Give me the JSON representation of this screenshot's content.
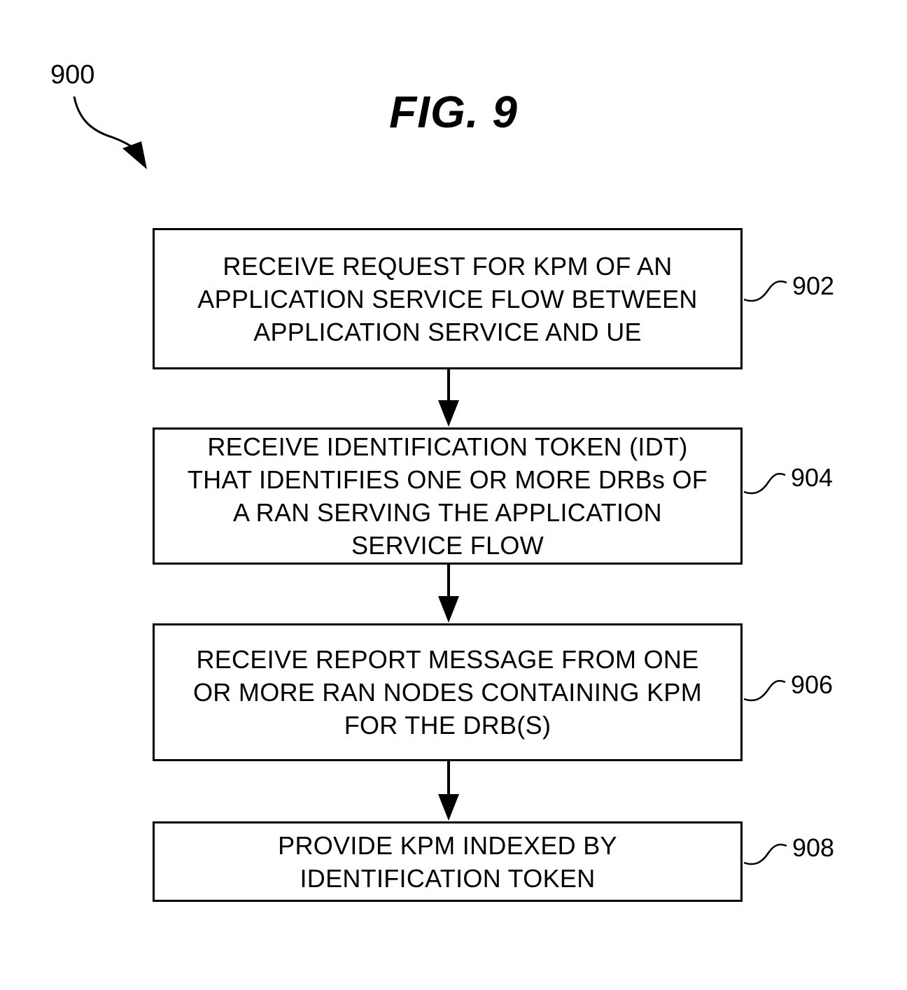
{
  "figure": {
    "reference": "900",
    "title": "FIG. 9"
  },
  "steps": [
    {
      "ref": "902",
      "text": "RECEIVE REQUEST FOR KPM OF AN\nAPPLICATION SERVICE FLOW BETWEEN\nAPPLICATION SERVICE AND UE"
    },
    {
      "ref": "904",
      "text": "RECEIVE IDENTIFICATION TOKEN (IDT)\nTHAT IDENTIFIES ONE OR MORE DRBs OF\nA RAN SERVING THE APPLICATION\nSERVICE FLOW"
    },
    {
      "ref": "906",
      "text": "RECEIVE REPORT MESSAGE FROM ONE\nOR MORE RAN NODES CONTAINING KPM\nFOR THE DRB(S)"
    },
    {
      "ref": "908",
      "text": "PROVIDE KPM INDEXED BY\nIDENTIFICATION TOKEN"
    }
  ]
}
